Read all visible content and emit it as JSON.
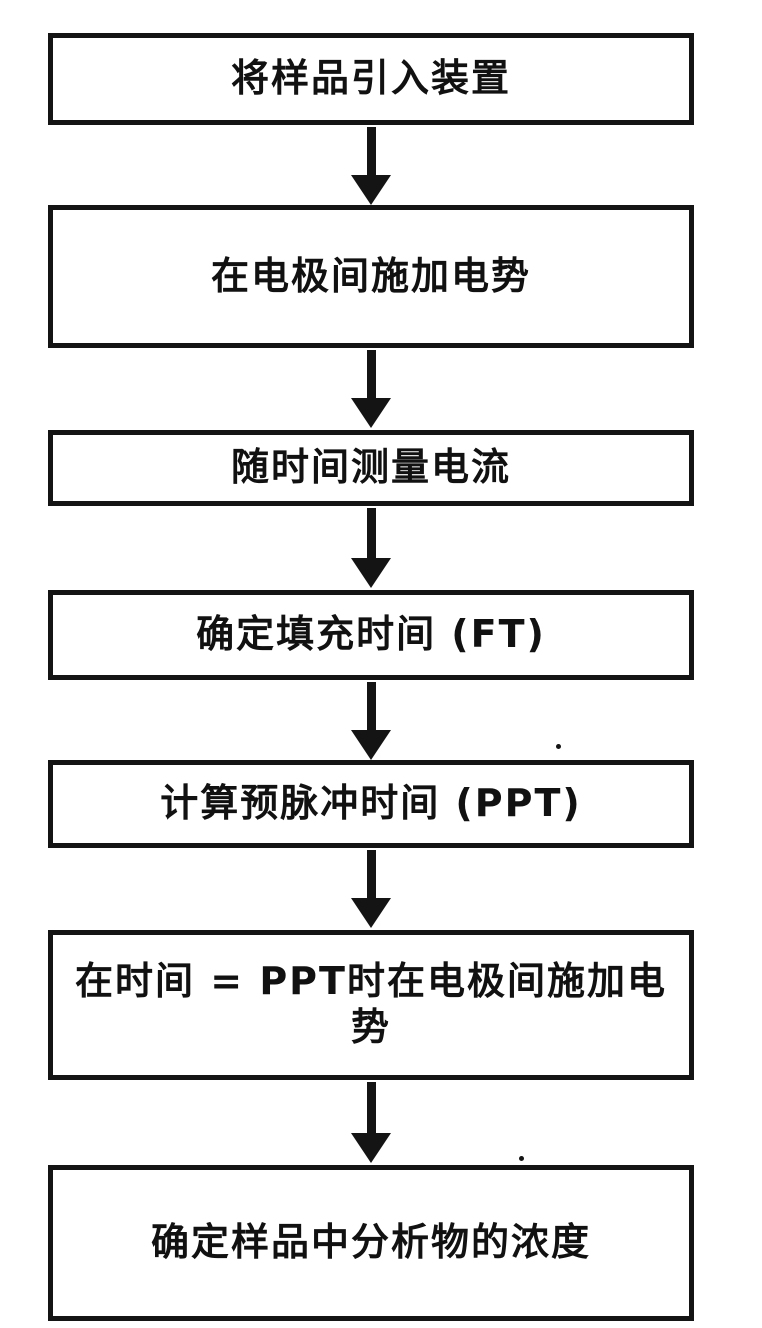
{
  "flowchart": {
    "type": "vertical-flow",
    "line_color": "#141414",
    "background_color": "#ffffff",
    "steps": [
      {
        "label": "将样品引入装置"
      },
      {
        "label": "在电极间施加电势"
      },
      {
        "label": "随时间测量电流"
      },
      {
        "label": "确定填充时间 (FT)"
      },
      {
        "label": "计算预脉冲时间 (PPT)"
      },
      {
        "label": "在时间 = PPT时在电极间施加电势"
      },
      {
        "label": "确定样品中分析物的浓度"
      }
    ]
  }
}
